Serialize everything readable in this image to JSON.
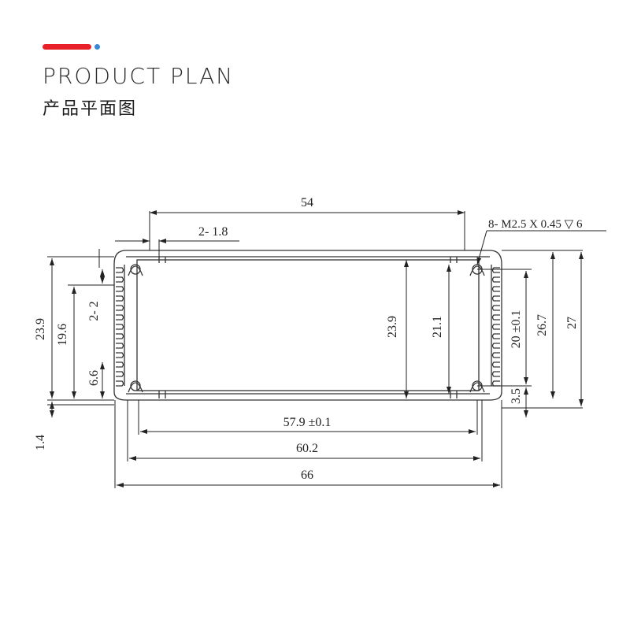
{
  "header": {
    "title_en": "PRODUCT PLAN",
    "title_cn": "产品平面图",
    "accent_color": "#e8202a",
    "dot_color": "#3a86d9"
  },
  "dimensions": {
    "top_width": "54",
    "slot_width": "2- 1.8",
    "thread_note": "8- M2.5 X 0.45 ▽ 6",
    "left_height": "23.9",
    "left_inner_height": "19.6",
    "fin_pitch": "2- 2",
    "bottom_offset": "6.6",
    "base_thickness": "1.4",
    "center_height": "23.9",
    "inner_height": "21.1",
    "hole_spacing": "20 ±0.1",
    "right_height_1": "26.7",
    "right_height_2": "27",
    "bottom_gap": "3.5",
    "inner_width": "57.9 ±0.1",
    "mid_width": "60.2",
    "overall_width": "66"
  }
}
